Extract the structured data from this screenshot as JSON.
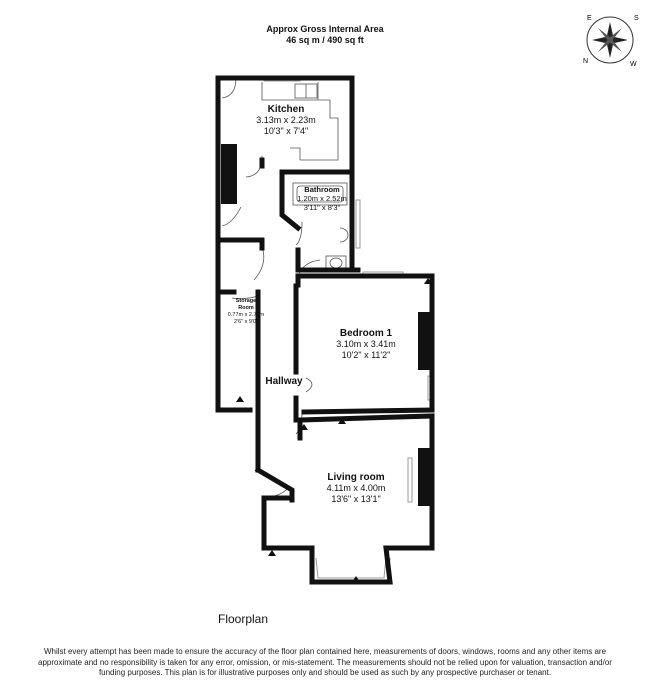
{
  "header": {
    "title": "Approx Gross Internal Area",
    "area": "46 sq m / 490 sq ft"
  },
  "compass": {
    "letters": [
      "S",
      "E",
      "N",
      "W"
    ]
  },
  "rooms": {
    "kitchen": {
      "name": "Kitchen",
      "metric": "3.13m x 2.23m",
      "imperial": "10'3\" x 7'4\""
    },
    "bathroom": {
      "name": "Bathroom",
      "metric": "1.20m x 2.52m",
      "imperial": "3'11\" x 8'3\""
    },
    "storage": {
      "name_line1": "Storage",
      "name_line2": "Room",
      "metric": "0.77m x 2.75m",
      "imperial": "2'6\" x 9'0\""
    },
    "bedroom": {
      "name": "Bedroom 1",
      "metric": "3.10m x 3.41m",
      "imperial": "10'2\" x 11'2\""
    },
    "hallway": {
      "name": "Hallway"
    },
    "living": {
      "name": "Living room",
      "metric": "4.11m x 4.00m",
      "imperial": "13'6\" x 13'1\""
    }
  },
  "footer": {
    "title": "Floorplan",
    "disclaimer": "Whilst every attempt has been made to ensure the accuracy of the floor plan contained here, measurements of doors, windows, rooms and any other items are approximate and no responsibility is taken for any error, omission, or mis-statement. The measurements should not be relied upon for valuation, transaction and/or funding purposes. This plan is for illustrative purposes only and should be used as such by any prospective purchaser or tenant."
  },
  "colors": {
    "wall": "#111111",
    "line": "#555555",
    "window": "#aaaaaa"
  }
}
